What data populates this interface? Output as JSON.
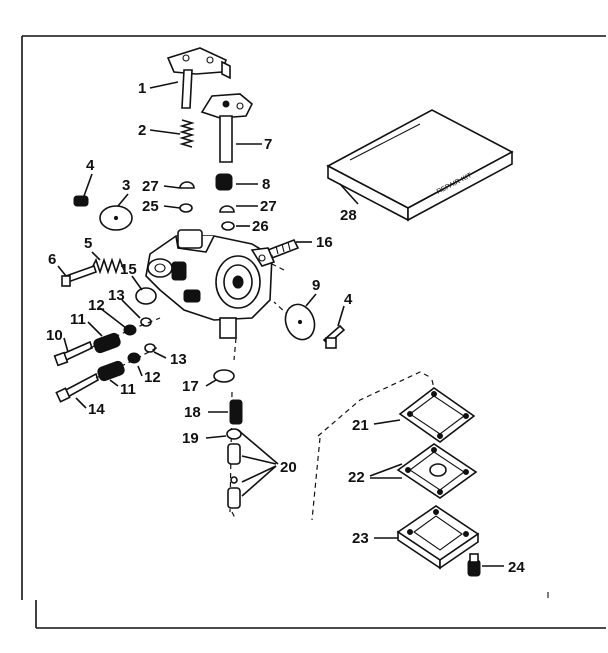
{
  "labels": {
    "l1": "1",
    "l2": "2",
    "l3": "3",
    "l4a": "4",
    "l4b": "4",
    "l5": "5",
    "l6": "6",
    "l7": "7",
    "l8": "8",
    "l9": "9",
    "l10": "10",
    "l11a": "11",
    "l11b": "11",
    "l12a": "12",
    "l12b": "12",
    "l13a": "13",
    "l13b": "13",
    "l14": "14",
    "l15": "15",
    "l16": "16",
    "l17": "17",
    "l18": "18",
    "l19": "19",
    "l20": "20",
    "l21": "21",
    "l22": "22",
    "l23": "23",
    "l24": "24",
    "l25": "25",
    "l26": "26",
    "l27a": "27",
    "l27b": "27",
    "l28": "28"
  },
  "kit_box_text": "REPAIR KIT"
}
